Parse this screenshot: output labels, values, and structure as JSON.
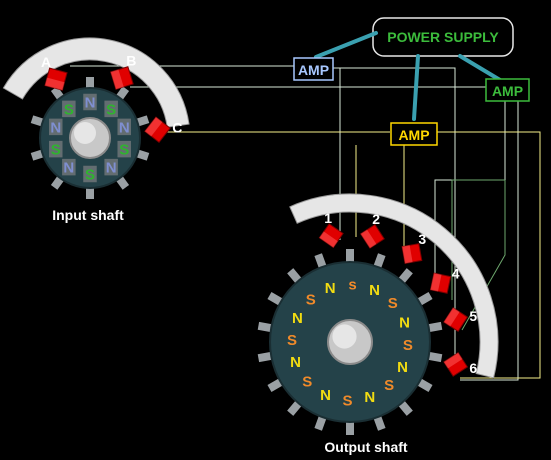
{
  "colors": {
    "background": "#000000",
    "wire": "#d8e8d8",
    "wire_yellow": "#f6f08a",
    "wire_green": "#6ea86e",
    "stator": "#e6e6e6",
    "rotor": "#244249",
    "coil": "#e00000",
    "amp_blue_text": "#a8c8ff",
    "amp_yellow_text": "#ffd800",
    "amp_green_text": "#3cbc3c",
    "power_supply_text": "#3cbc3c"
  },
  "power_supply": {
    "label": "POWER SUPPLY"
  },
  "amplifiers": [
    {
      "label": "AMP",
      "style": "blue"
    },
    {
      "label": "AMP",
      "style": "yellow"
    },
    {
      "label": "AMP",
      "style": "green"
    }
  ],
  "input_shaft": {
    "caption": "Input shaft",
    "coils": [
      "A",
      "B",
      "C"
    ],
    "magnets": [
      {
        "label": "N",
        "color": "#7f8fd0"
      },
      {
        "label": "S",
        "color": "#2fb32f"
      },
      {
        "label": "N",
        "color": "#7f8fd0"
      },
      {
        "label": "S",
        "color": "#2fb32f"
      },
      {
        "label": "N",
        "color": "#7f8fd0"
      },
      {
        "label": "S",
        "color": "#2fb32f"
      },
      {
        "label": "N",
        "color": "#7f8fd0"
      },
      {
        "label": "S",
        "color": "#2fb32f"
      },
      {
        "label": "N",
        "color": "#7f8fd0"
      },
      {
        "label": "S",
        "color": "#2fb32f"
      }
    ]
  },
  "output_shaft": {
    "caption": "Output shaft",
    "coils": [
      "1",
      "2",
      "3",
      "4",
      "5",
      "6"
    ],
    "magnets": [
      {
        "label": "N",
        "color": "#f2dc12"
      },
      {
        "label": "s",
        "color": "#f08a2a"
      },
      {
        "label": "N",
        "color": "#f2dc12"
      },
      {
        "label": "S",
        "color": "#f08a2a"
      },
      {
        "label": "N",
        "color": "#f2dc12"
      },
      {
        "label": "S",
        "color": "#f08a2a"
      },
      {
        "label": "N",
        "color": "#f2dc12"
      },
      {
        "label": "S",
        "color": "#f08a2a"
      },
      {
        "label": "N",
        "color": "#f2dc12"
      },
      {
        "label": "S",
        "color": "#f08a2a"
      },
      {
        "label": "N",
        "color": "#f2dc12"
      },
      {
        "label": "S",
        "color": "#f08a2a"
      },
      {
        "label": "N",
        "color": "#f2dc12"
      },
      {
        "label": "S",
        "color": "#f08a2a"
      },
      {
        "label": "N",
        "color": "#f2dc12"
      },
      {
        "label": "S",
        "color": "#f08a2a"
      }
    ]
  }
}
